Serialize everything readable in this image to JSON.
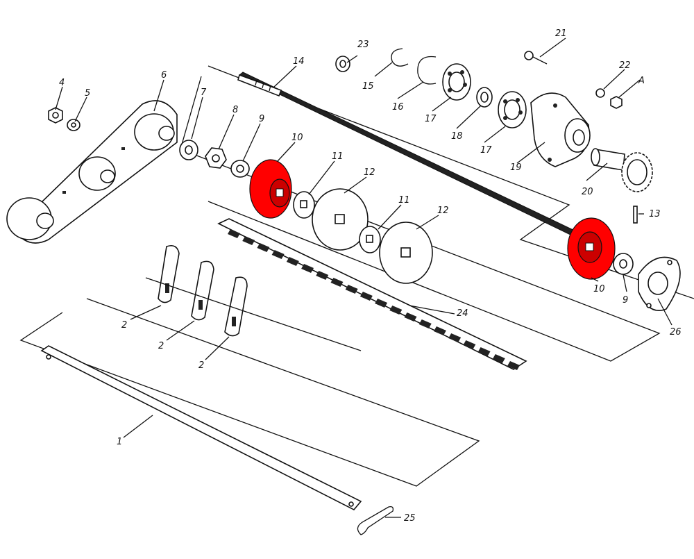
{
  "diagram": {
    "highlight_color": "#ff0000",
    "line_color": "#111111",
    "background": "#ffffff",
    "callouts": [
      {
        "id": "c4",
        "label": "4"
      },
      {
        "id": "c5",
        "label": "5"
      },
      {
        "id": "c6",
        "label": "6"
      },
      {
        "id": "c7",
        "label": "7"
      },
      {
        "id": "c8",
        "label": "8"
      },
      {
        "id": "c9a",
        "label": "9"
      },
      {
        "id": "c10a",
        "label": "10"
      },
      {
        "id": "c11a",
        "label": "11"
      },
      {
        "id": "c12a",
        "label": "12"
      },
      {
        "id": "c11b",
        "label": "11"
      },
      {
        "id": "c12b",
        "label": "12"
      },
      {
        "id": "c14",
        "label": "14"
      },
      {
        "id": "c15",
        "label": "15"
      },
      {
        "id": "c16",
        "label": "16"
      },
      {
        "id": "c17a",
        "label": "17"
      },
      {
        "id": "c17b",
        "label": "17"
      },
      {
        "id": "c18",
        "label": "18"
      },
      {
        "id": "c19",
        "label": "19"
      },
      {
        "id": "c20",
        "label": "20"
      },
      {
        "id": "c21",
        "label": "21"
      },
      {
        "id": "c22",
        "label": "22"
      },
      {
        "id": "cA",
        "label": "A"
      },
      {
        "id": "c23",
        "label": "23"
      },
      {
        "id": "c13",
        "label": "13"
      },
      {
        "id": "c10b",
        "label": "10"
      },
      {
        "id": "c9b",
        "label": "9"
      },
      {
        "id": "c26",
        "label": "26"
      },
      {
        "id": "c24",
        "label": "24"
      },
      {
        "id": "c2a",
        "label": "2"
      },
      {
        "id": "c2b",
        "label": "2"
      },
      {
        "id": "c2c",
        "label": "2"
      },
      {
        "id": "c1",
        "label": "1"
      },
      {
        "id": "c25",
        "label": "25"
      }
    ]
  }
}
